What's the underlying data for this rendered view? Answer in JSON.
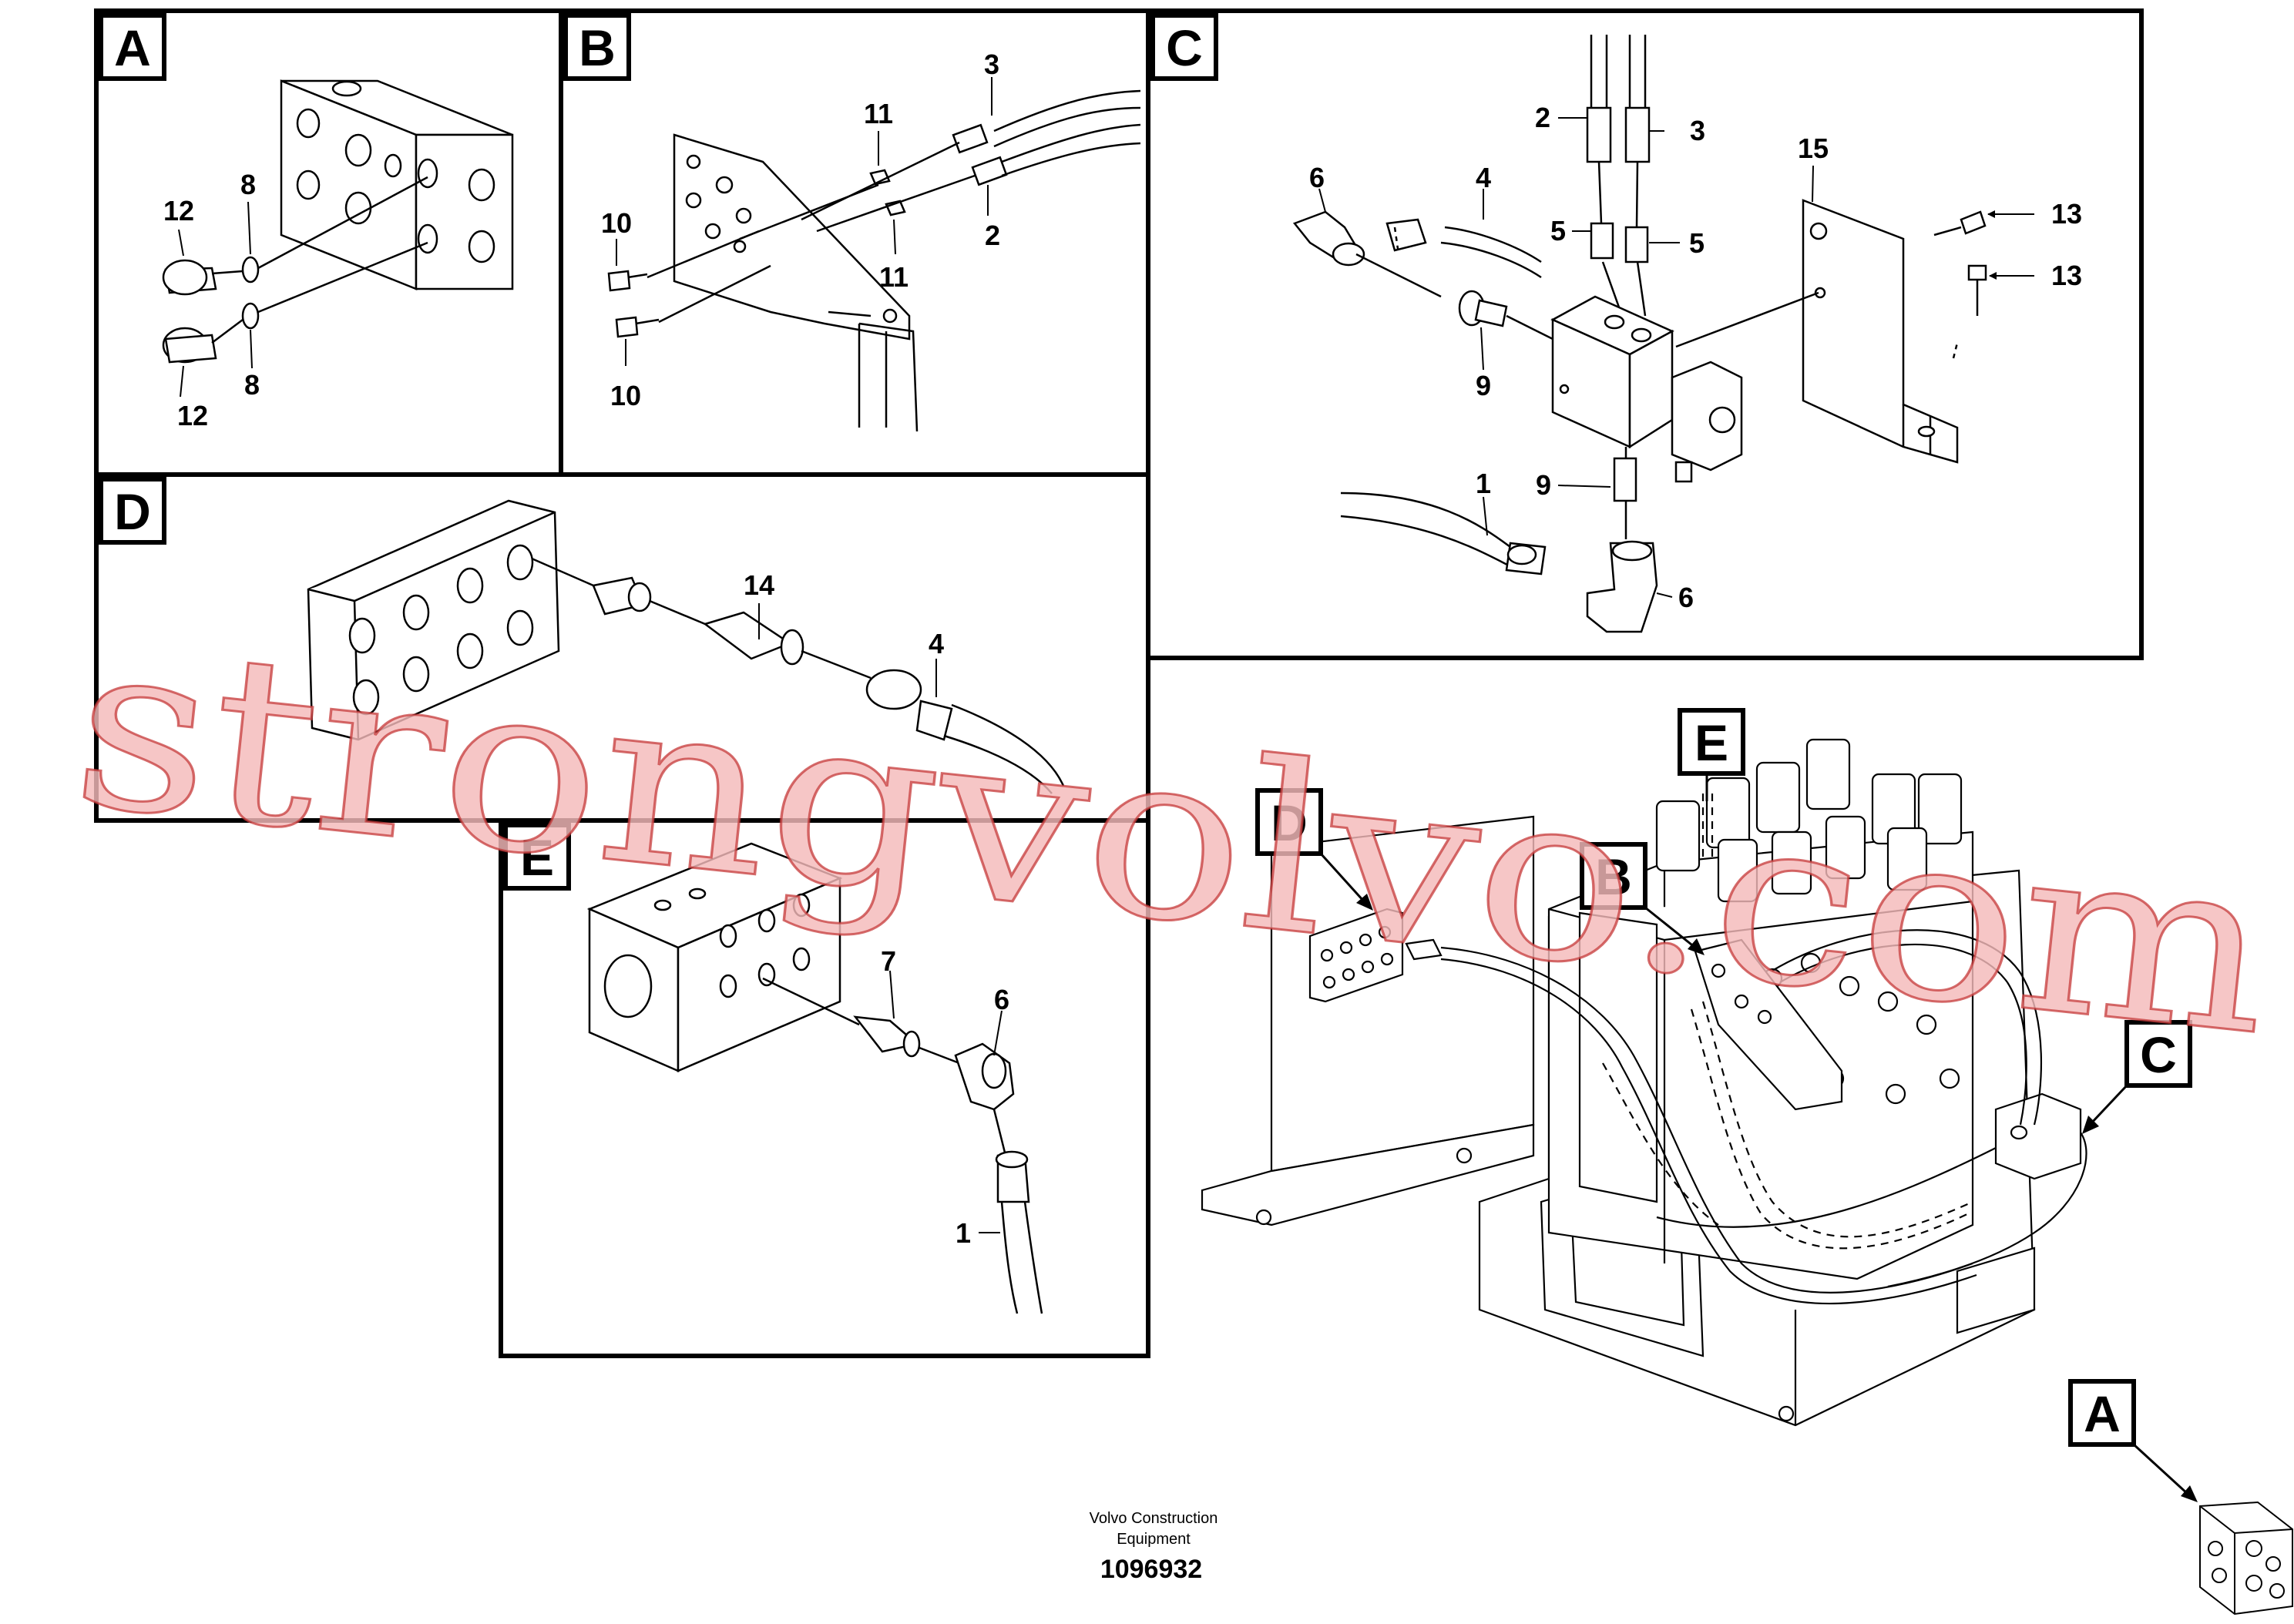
{
  "panels": {
    "A": {
      "label": "A",
      "callouts": [
        {
          "id": "a12t",
          "text": "12"
        },
        {
          "id": "a8t",
          "text": "8"
        },
        {
          "id": "a12b",
          "text": "12"
        },
        {
          "id": "a8b",
          "text": "8"
        }
      ]
    },
    "B": {
      "label": "B",
      "callouts": [
        {
          "id": "b3",
          "text": "3"
        },
        {
          "id": "b11t",
          "text": "11"
        },
        {
          "id": "b10t",
          "text": "10"
        },
        {
          "id": "b2",
          "text": "2"
        },
        {
          "id": "b11b",
          "text": "11"
        },
        {
          "id": "b10b",
          "text": "10"
        }
      ]
    },
    "C": {
      "label": "C",
      "callouts": [
        {
          "id": "c2",
          "text": "2"
        },
        {
          "id": "c3",
          "text": "3"
        },
        {
          "id": "c15",
          "text": "15"
        },
        {
          "id": "c6t",
          "text": "6"
        },
        {
          "id": "c4",
          "text": "4"
        },
        {
          "id": "c5l",
          "text": "5"
        },
        {
          "id": "c5r",
          "text": "5"
        },
        {
          "id": "c13t",
          "text": "13"
        },
        {
          "id": "c13b",
          "text": "13"
        },
        {
          "id": "c9t",
          "text": "9"
        },
        {
          "id": "c1",
          "text": "1"
        },
        {
          "id": "c9b",
          "text": "9"
        },
        {
          "id": "c6b",
          "text": "6"
        }
      ]
    },
    "D": {
      "label": "D",
      "callouts": [
        {
          "id": "d14",
          "text": "14"
        },
        {
          "id": "d4",
          "text": "4"
        }
      ]
    },
    "E": {
      "label": "E",
      "callouts": [
        {
          "id": "e7",
          "text": "7"
        },
        {
          "id": "e6",
          "text": "6"
        },
        {
          "id": "e1",
          "text": "1"
        }
      ]
    }
  },
  "overview": {
    "tags": [
      {
        "id": "E",
        "text": "E"
      },
      {
        "id": "D",
        "text": "D"
      },
      {
        "id": "B",
        "text": "B"
      },
      {
        "id": "C",
        "text": "C"
      },
      {
        "id": "A",
        "text": "A"
      }
    ]
  },
  "footer": {
    "company_line1": "Volvo Construction",
    "company_line2": "Equipment",
    "drawing_number": "1096932"
  },
  "watermark": {
    "text": "strongvolvo.com",
    "color": "#f4b9b9"
  },
  "colors": {
    "line": "#000000",
    "background": "#ffffff"
  }
}
